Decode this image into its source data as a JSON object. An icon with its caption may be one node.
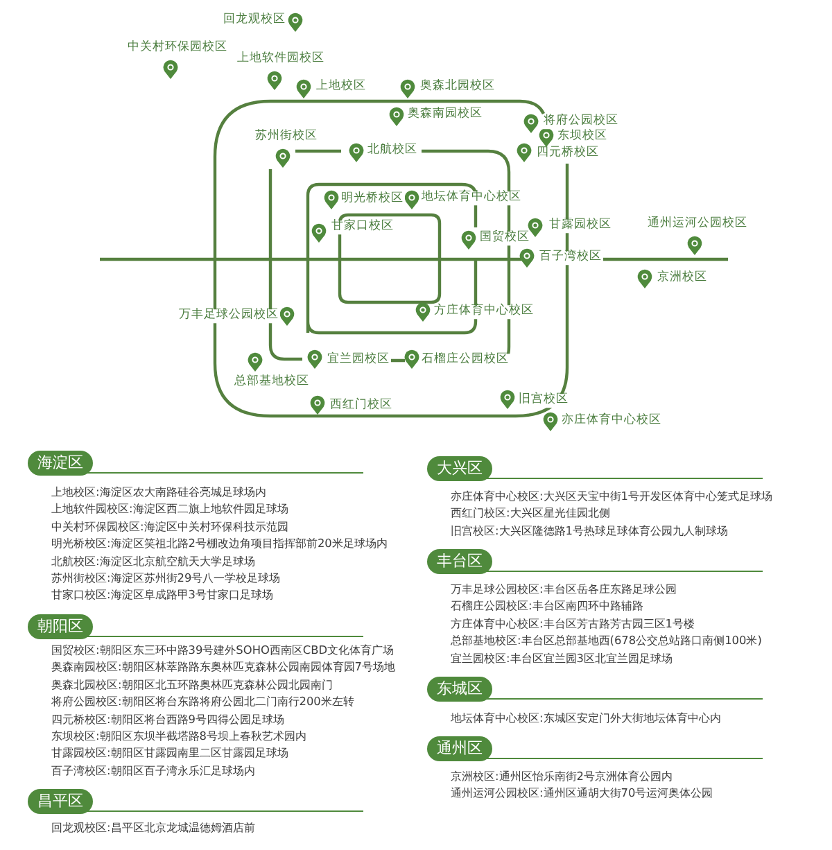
{
  "diagram": {
    "nodes": [
      {
        "text": [
          "海淀区"
        ],
        "beside": [
          "上地校区:海淀区农大南路硅谷亮城足球场内",
          "上地软件园校区:海淀区西二旗上地软件园足球场",
          "中关村环保园校区:海淀区中关村环保科技示范园",
          "明光桥校区:海淀区笑祖北路2号棚改边角项目指挥部前20米足球场内",
          "北航校区:海淀区北京航空航天大学足球场",
          "苏州街校区:海淀区苏州街29号八一学校足球场",
          "甘家口校区:海淀区阜成路甲3号甘家口足球场"
        ]
      },
      {
        "text": [
          "朝阳区"
        ],
        "beside": [
          "国贸校区:朝阳区东三环中路39号建外SOHO西南区CBD文化体育广场",
          "奥森南园校区:朝阳区林萃路路东奥林匹克森林公园南园体育园7号场地",
          "奥森北园校区:朝阳区北五环路奥林匹克森林公园北园南门",
          "将府公园校区:朝阳区将台东路将府公园北二门南行200米左转",
          "四元桥校区:朝阳区将台西路9号四得公园足球场",
          "东坝校区:朝阳区东坝半截塔路8号坝上春秋艺术园内",
          "甘露园校区:朝阳区甘露园南里二区甘露园足球场",
          "百子湾校区:朝阳区百子湾永乐汇足球场内"
        ]
      },
      {
        "text": [
          "昌平区"
        ],
        "beside": [
          "回龙观校区:昌平区北京龙城温德姆酒店前"
        ]
      },
      {
        "text": [
          "大兴区"
        ],
        "beside": [
          "亦庄体育中心校区:大兴区天宝中街1号开发区体育中心笼式足球场",
          "西红门校区:大兴区星光佳园北侧",
          "旧宫校区:大兴区隆德路1号热球足球体育公园九人制球场"
        ]
      },
      {
        "text": [
          "丰台区"
        ],
        "beside": [
          "万丰足球公园校区:丰台区岳各庄东路足球公园",
          "石榴庄公园校区:丰台区南四环中路辅路",
          "方庄体育中心校区:丰台区芳古路芳古园三区1号楼",
          "总部基地校区:丰台区总部基地西(678公交总站路口南侧100米)",
          "宜兰园校区:丰台区宜兰园3区北宜兰园足球场"
        ]
      },
      {
        "text": [
          "东城区"
        ],
        "beside": [
          "地坛体育中心校区:东城区安定门外大街地坛体育中心内"
        ]
      },
      {
        "text": [
          "通州区"
        ],
        "beside": [
          "京洲校区:通州区怡乐南街2号京洲体育公园内",
          "通州运河公园校区:通州区通胡大街70号运河奥体公园"
        ]
      }
    ],
    "labels": [
      "回龙观校区",
      "中关村环保园校区",
      "上地软件园校区",
      "上地校区",
      "奥森北园校区",
      "奥森南园校区",
      "苏州街校区",
      "将府公园校区",
      "东坝校区",
      "北航校区",
      "四元桥校区",
      "明光桥校区",
      "地坛体育中心校区",
      "甘家口校区",
      "甘露园校区",
      "通州运河公园校区",
      "国贸校区",
      "百子湾校区",
      "京洲校区",
      "万丰足球公园校区",
      "方庄体育中心校区",
      "宜兰园校区",
      "石榴庄公园校区",
      "总部基地校区",
      "旧宫校区",
      "西红门校区",
      "亦庄体育中心校区"
    ]
  }
}
